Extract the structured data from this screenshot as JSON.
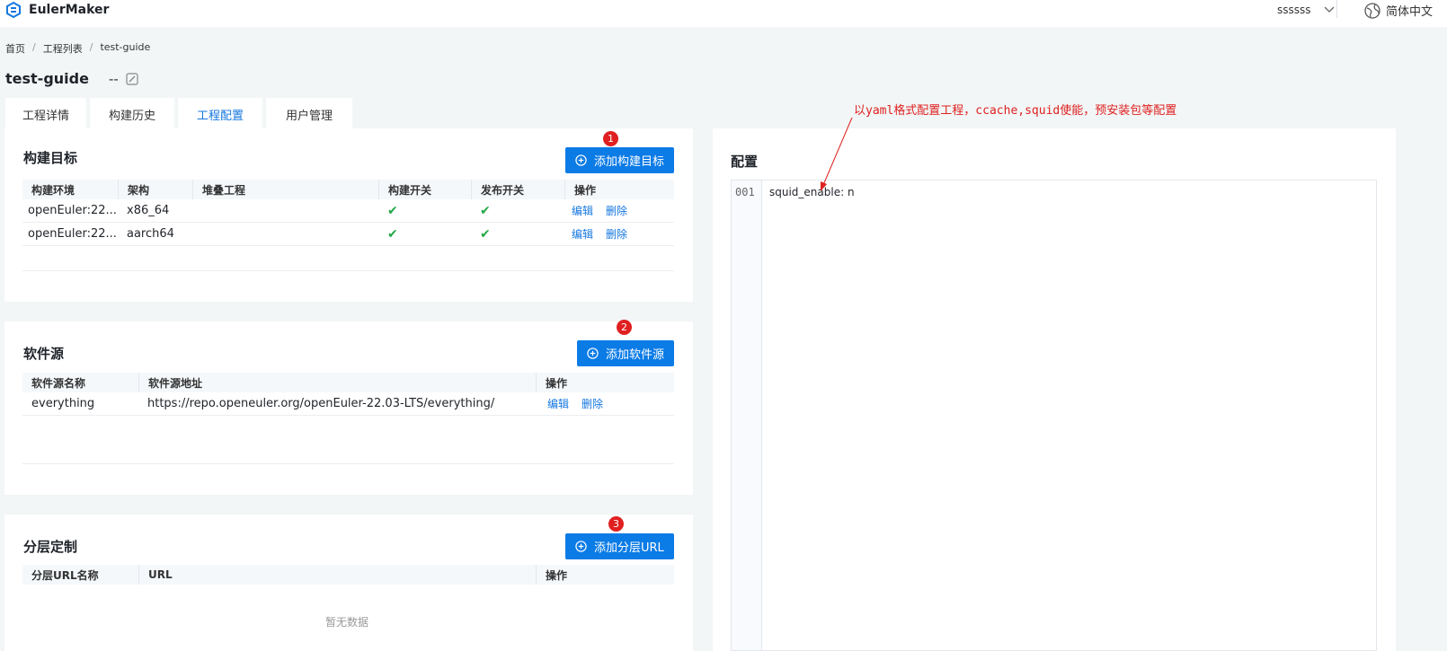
{
  "header": {
    "app_name": "EulerMaker",
    "username": "ssssss",
    "language": "简体中文"
  },
  "breadcrumb": [
    "首页",
    "工程列表",
    "test-guide"
  ],
  "project": {
    "name": "test-guide",
    "description": "--"
  },
  "tabs": [
    {
      "label": "工程详情",
      "active": false
    },
    {
      "label": "构建历史",
      "active": false
    },
    {
      "label": "工程配置",
      "active": true
    },
    {
      "label": "用户管理",
      "active": false
    }
  ],
  "build_targets": {
    "title": "构建目标",
    "add_button": "添加构建目标",
    "step": "1",
    "columns": [
      "构建环境",
      "架构",
      "堆叠工程",
      "构建开关",
      "发布开关",
      "操作"
    ],
    "rows": [
      {
        "env": "openEuler:22....",
        "arch": "x86_64",
        "stack": "",
        "build_enabled": true,
        "publish_enabled": true,
        "edit": "编辑",
        "delete": "删除"
      },
      {
        "env": "openEuler:22....",
        "arch": "aarch64",
        "stack": "",
        "build_enabled": true,
        "publish_enabled": true,
        "edit": "编辑",
        "delete": "删除"
      }
    ]
  },
  "repos": {
    "title": "软件源",
    "add_button": "添加软件源",
    "step": "2",
    "columns": [
      "软件源名称",
      "软件源地址",
      "操作"
    ],
    "rows": [
      {
        "name": "everything",
        "url": "https://repo.openeuler.org/openEuler-22.03-LTS/everything/",
        "edit": "编辑",
        "delete": "删除"
      }
    ]
  },
  "layers": {
    "title": "分层定制",
    "add_button": "添加分层URL",
    "step": "3",
    "columns": [
      "分层URL名称",
      "URL",
      "操作"
    ],
    "empty_text": "暂无数据"
  },
  "config": {
    "title": "配置",
    "lines": [
      {
        "number": "001",
        "text": "squid_enable: n"
      }
    ],
    "annotation": "以yaml格式配置工程，ccache,squid使能，预安装包等配置"
  },
  "colors": {
    "primary": "#0b7be6",
    "annotation": "#e02020",
    "check": "#22a846"
  }
}
